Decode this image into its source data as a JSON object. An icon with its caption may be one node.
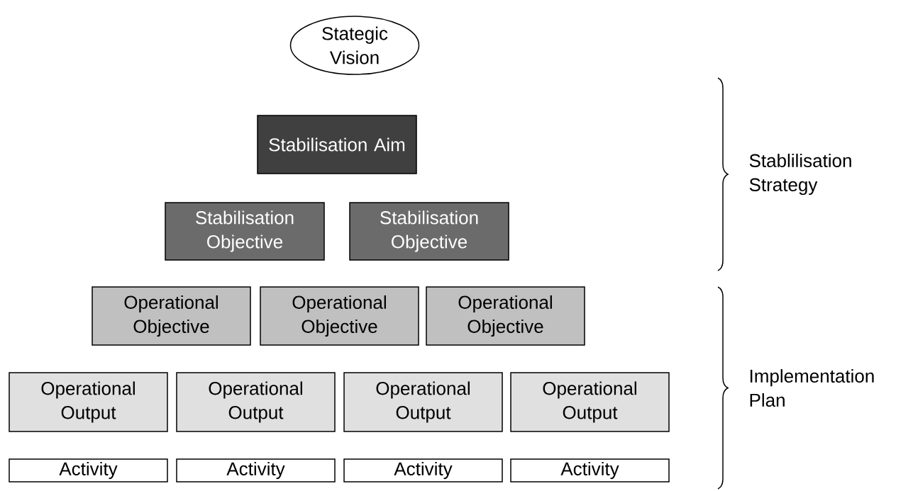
{
  "diagram": {
    "nodes": [
      {
        "text": [
          "Stategic Vision"
        ]
      },
      {
        "text": [
          "Stabilisation Aim"
        ]
      },
      {
        "text": [
          "Stabilisation Objective"
        ]
      },
      {
        "text": [
          "Stabilisation Objective"
        ]
      },
      {
        "text": [
          "Operational Objective"
        ]
      },
      {
        "text": [
          "Operational Objective"
        ]
      },
      {
        "text": [
          "Operational Objective"
        ]
      },
      {
        "text": [
          "Operational Output"
        ]
      },
      {
        "text": [
          "Operational Output"
        ]
      },
      {
        "text": [
          "Operational Output"
        ]
      },
      {
        "text": [
          "Operational Output"
        ]
      },
      {
        "text": [
          "Activity"
        ]
      },
      {
        "text": [
          "Activity"
        ]
      },
      {
        "text": [
          "Activity"
        ]
      },
      {
        "text": [
          "Activity"
        ]
      }
    ],
    "edges": [],
    "labels": [
      "Stablilisation Strategy",
      "Implementation Plan"
    ]
  }
}
